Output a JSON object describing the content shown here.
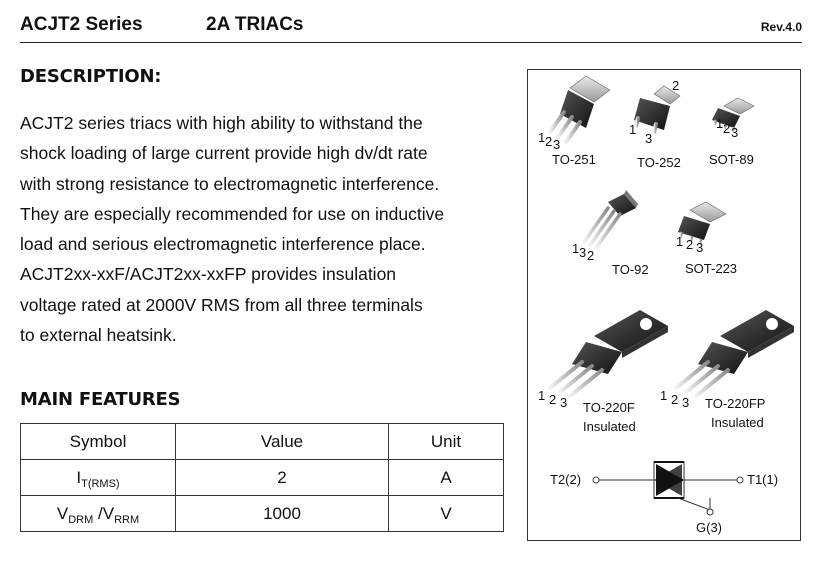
{
  "header": {
    "series": "ACJT2 Series",
    "subtitle": "2A TRIACs",
    "revision": "Rev.4.0"
  },
  "description": {
    "heading": "DESCRIPTION:",
    "lines": [
      "ACJT2 series triacs with high ability to withstand the",
      "shock loading of large current provide high dv/dt rate",
      "with strong resistance to electromagnetic interference.",
      "They are especially recommended for use on inductive",
      "load and serious electromagnetic interference place.",
      "ACJT2xx-xxF/ACJT2xx-xxFP provides insulation",
      "voltage rated at 2000V RMS from all three terminals",
      "to external heatsink."
    ]
  },
  "features": {
    "heading": "MAIN FEATURES",
    "columns": [
      "Symbol",
      "Value",
      "Unit"
    ],
    "rows": [
      {
        "symbol_main": "I",
        "symbol_sub": "T(RMS)",
        "value": "2",
        "unit": "A"
      },
      {
        "symbol_main": "V",
        "symbol_sub": "DRM",
        "symbol_sep": " /V",
        "symbol_sub2": "RRM",
        "value": "1000",
        "unit": "V"
      }
    ]
  },
  "packages": {
    "to251": {
      "name": "TO-251",
      "pins": [
        "1",
        "2",
        "3"
      ]
    },
    "to252": {
      "name": "TO-252",
      "pins": [
        "1",
        "2",
        "3"
      ]
    },
    "sot89": {
      "name": "SOT-89",
      "pins": [
        "1",
        "2",
        "3"
      ]
    },
    "to92": {
      "name": "TO-92",
      "pins": [
        "1",
        "3",
        "2"
      ]
    },
    "sot223": {
      "name": "SOT-223",
      "pins": [
        "1",
        "2",
        "3"
      ]
    },
    "to220f": {
      "name": "TO-220F",
      "note": "Insulated",
      "pins": [
        "1",
        "2",
        "3"
      ]
    },
    "to220fp": {
      "name": "TO-220FP",
      "note": "Insulated",
      "pins": [
        "1",
        "2",
        "3"
      ]
    }
  },
  "symbol": {
    "t2": "T2(2)",
    "t1": "T1(1)",
    "gate": "G(3)"
  }
}
